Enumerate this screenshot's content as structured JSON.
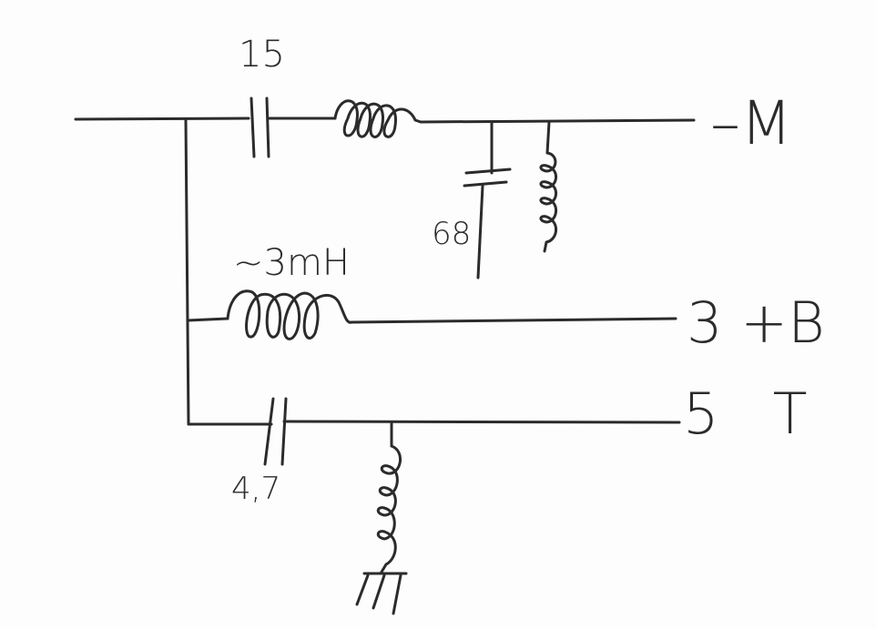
{
  "labels": {
    "top_capacitor": "15",
    "shunt_capacitor": "68",
    "series_inductor": "~3mH",
    "bottom_capacitor": "4,7",
    "terminal_top": "–M",
    "terminal_middle": "3 +B",
    "terminal_bottom": "5   T"
  }
}
